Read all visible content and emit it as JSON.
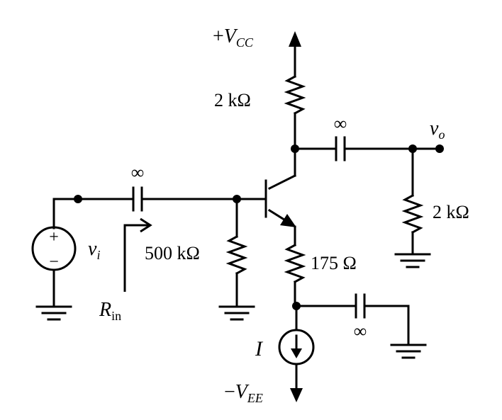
{
  "supplies": {
    "positive": {
      "sign": "+",
      "symbol": "V",
      "subscript": "CC"
    },
    "negative": {
      "sign": "−",
      "symbol": "V",
      "subscript": "EE"
    }
  },
  "components": {
    "collector_resistor": "2 kΩ",
    "load_resistor": "2 kΩ",
    "base_resistor": "500 kΩ",
    "emitter_resistor": "175 Ω",
    "coupling_cap_in": "∞",
    "coupling_cap_out": "∞",
    "bypass_cap": "∞",
    "current_source": "I"
  },
  "signals": {
    "input": {
      "symbol": "v",
      "subscript": "i"
    },
    "output": {
      "symbol": "v",
      "subscript": "o"
    },
    "input_resistance": {
      "symbol": "R",
      "subscript": "in"
    }
  },
  "source_polarity": {
    "plus": "+",
    "minus": "−"
  }
}
